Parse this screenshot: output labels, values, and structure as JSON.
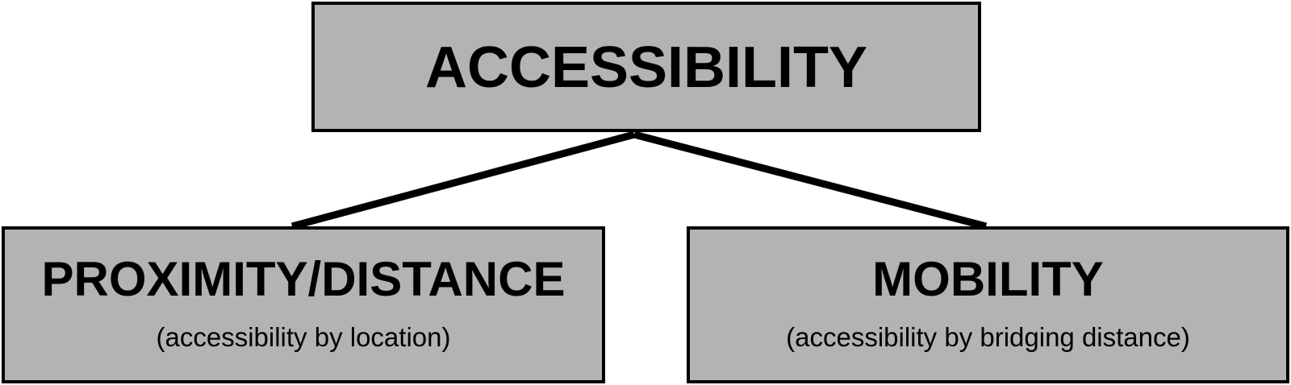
{
  "diagram": {
    "root": {
      "title": "ACCESSIBILITY"
    },
    "children": [
      {
        "title": "PROXIMITY/DISTANCE",
        "subtitle": "(accessibility by location)"
      },
      {
        "title": "MOBILITY",
        "subtitle": "(accessibility by bridging distance)"
      }
    ],
    "colors": {
      "box_fill": "#b3b3b3",
      "border": "#000000",
      "text": "#000000",
      "background": "#ffffff"
    }
  }
}
